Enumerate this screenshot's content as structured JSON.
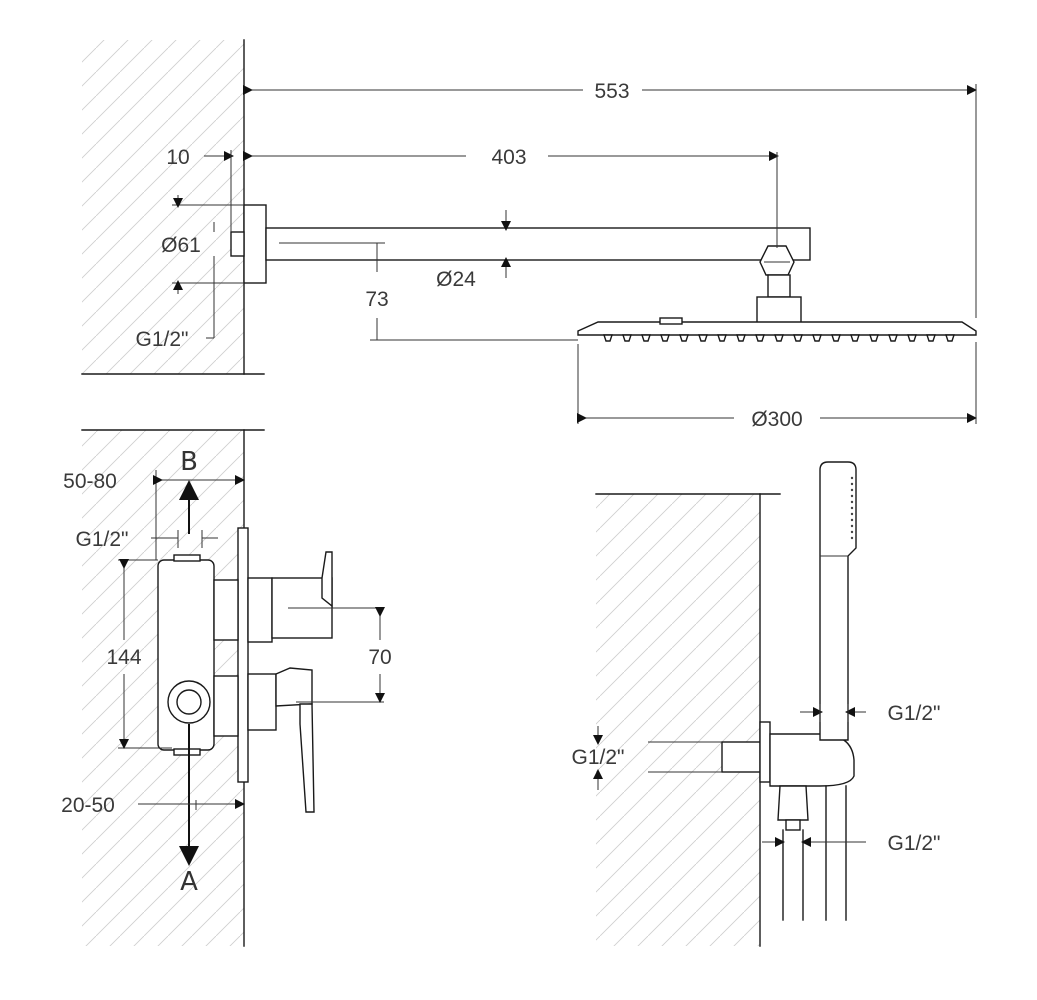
{
  "overhead_shower": {
    "overall_length": "553",
    "arm_length": "403",
    "flange_depth": "10",
    "flange_diameter": "Ø61",
    "arm_diameter": "Ø24",
    "connection_thread": "G1/2\"",
    "arm_drop": "73",
    "head_diameter": "Ø300"
  },
  "mixer": {
    "outlet_b": "B",
    "outlet_a": "A",
    "depth_range_top": "50-80",
    "inlet_thread": "G1/2\"",
    "body_height": "144",
    "handle_spacing": "70",
    "depth_range_bottom": "20-50"
  },
  "hand_shower": {
    "wall_thread": "G1/2\"",
    "holder_thread": "G1/2\"",
    "hose_thread": "G1/2\""
  }
}
